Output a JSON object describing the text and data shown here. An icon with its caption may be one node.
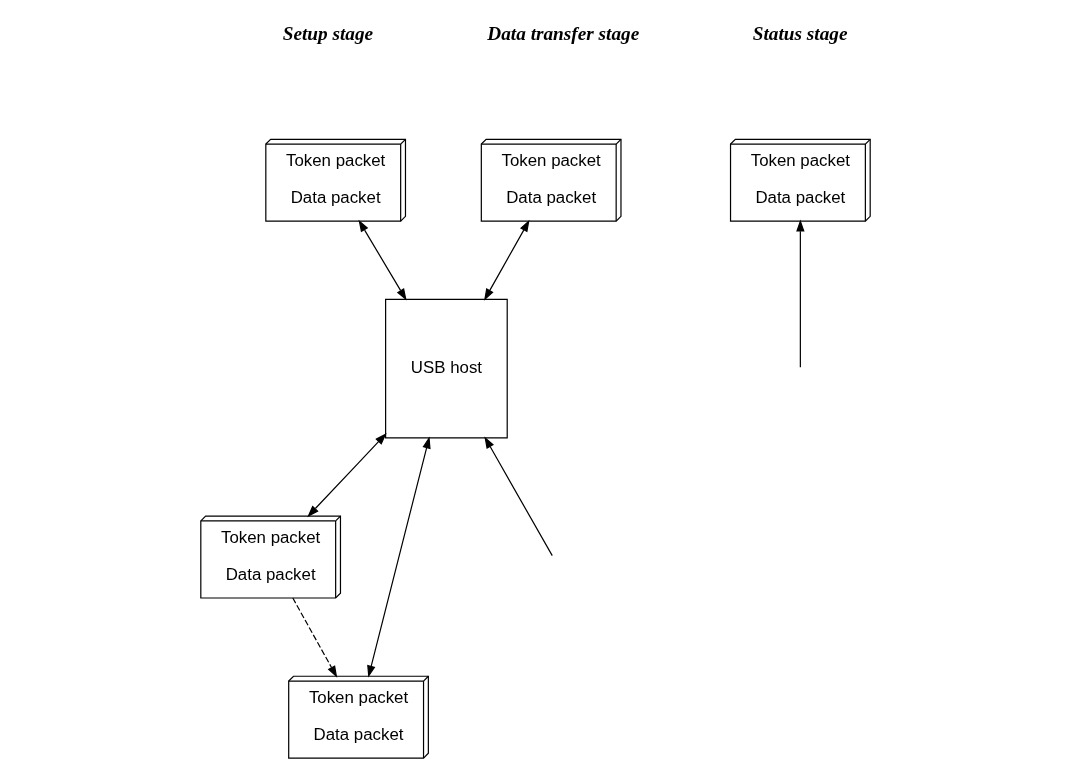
{
  "diagram": {
    "nodes": [
      {
        "text": [
          "Token packet",
          "Data packet"
        ]
      },
      {
        "text": [
          "Token packet",
          "Data packet"
        ]
      },
      {
        "text": [
          "Token packet",
          "Data packet"
        ]
      },
      {
        "text": [
          "Token packet",
          "Data packet"
        ]
      },
      {
        "text": [
          "Token packet",
          "Data packet"
        ]
      },
      {
        "text": [
          "USB host"
        ]
      }
    ],
    "edges": [
      {
        "from": 0,
        "to": 5,
        "arrow": "both"
      },
      {
        "from": 5,
        "to": 1,
        "arrow": "both"
      },
      {
        "from": 5,
        "to": 3,
        "arrow": "both"
      },
      {
        "from": 3,
        "to": 4,
        "arrow": "to",
        "style": "dashed"
      },
      {
        "from": 5,
        "to": 4,
        "arrow": "both"
      },
      {
        "from": null,
        "to": 5,
        "arrow": "to"
      },
      {
        "from": null,
        "to": 2,
        "arrow": "to"
      }
    ],
    "labels": [
      "Setup stage",
      "Data transfer stage",
      "Status stage"
    ]
  }
}
